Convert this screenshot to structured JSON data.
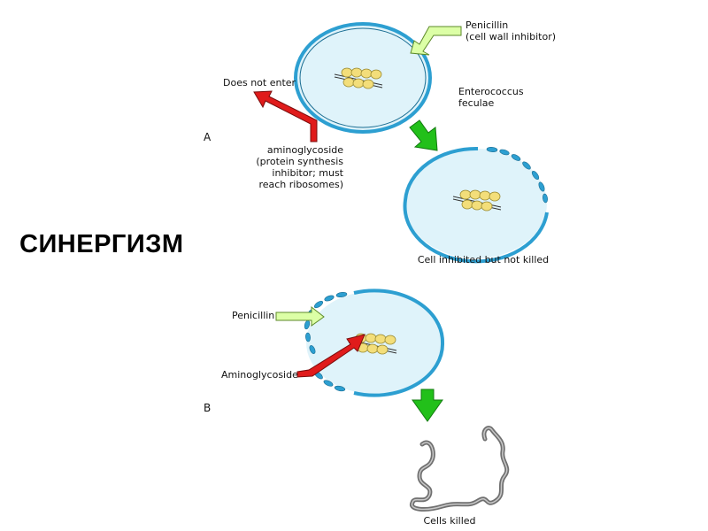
{
  "title": "СИНЕРГИЗМ",
  "panel_a": {
    "letter": "A",
    "penicillin": [
      "Penicillin",
      "(cell wall inhibitor)"
    ],
    "does_not_enter": "Does not enter",
    "organism": [
      "Enterococcus",
      "feculae"
    ],
    "aminoglycoside": [
      "aminoglycoside",
      "(protein synthesis",
      "inhibitor; must",
      "reach ribosomes)"
    ],
    "result": "Cell inhibited but not killed"
  },
  "panel_b": {
    "letter": "B",
    "penicillin": "Penicillin",
    "aminoglycoside": "Aminoglycoside",
    "result": "Cells killed"
  },
  "colors": {
    "cell_fill": "#dff3fa",
    "cell_wall": "#2d9fd1",
    "ribosome": "#f3de7a",
    "penicillin_arrow": "#dcffa6",
    "aminoglycoside_arrow": "#e01b1b",
    "process_arrow": "#22c01a",
    "dead_cell": "#707070"
  }
}
